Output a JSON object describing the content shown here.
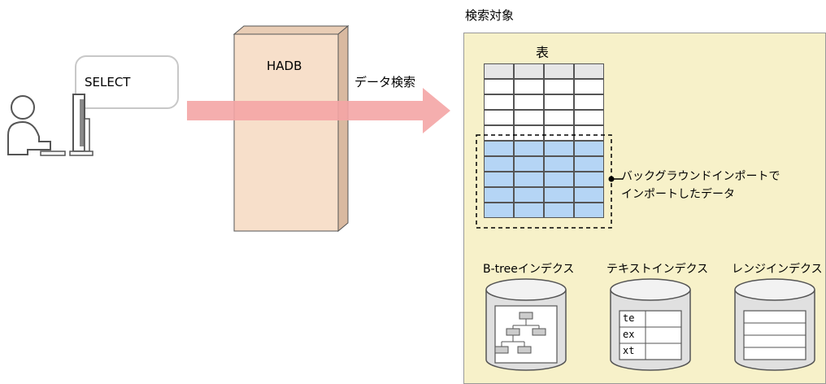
{
  "header": {
    "search_target_label": "検索対象"
  },
  "client": {
    "query_text": "SELECT"
  },
  "server": {
    "title": "HADB"
  },
  "arrow": {
    "label": "データ検索"
  },
  "table": {
    "title": "表"
  },
  "annotation": {
    "line1": "バックグラウンドインポートで",
    "line2": "インポートしたデータ"
  },
  "indexes": [
    {
      "label": "B-treeインデクス",
      "icon": "tree-diagram-icon"
    },
    {
      "label": "テキストインデクス",
      "icon": "text-table-icon"
    },
    {
      "label": "レンジインデクス",
      "icon": "range-bars-icon"
    }
  ],
  "text_index_cells": [
    "te",
    "ex",
    "xt"
  ],
  "colors": {
    "server_fill": "#f7dfca",
    "search_area_fill": "#f7f1c9",
    "arrow": "#f4a5a5",
    "imported_rows": "#b5d5f5",
    "header_row": "#e6e6e6",
    "cylinder": "#e0e0e0"
  }
}
